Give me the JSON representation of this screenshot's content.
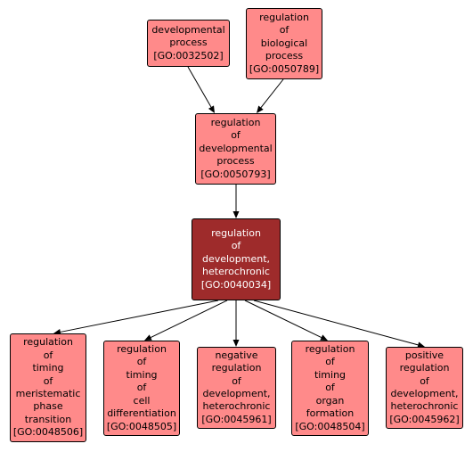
{
  "colors": {
    "node_fill": "#ff8a8a",
    "focus_fill": "#9e2b2b",
    "border": "#000000",
    "edge": "#000000"
  },
  "nodes": [
    {
      "id": "GO:0032502",
      "lines": [
        "developmental",
        "process",
        "[GO:0032502]"
      ],
      "focus": false
    },
    {
      "id": "GO:0050789",
      "lines": [
        "regulation",
        "of",
        "biological",
        "process",
        "[GO:0050789]"
      ],
      "focus": false
    },
    {
      "id": "GO:0050793",
      "lines": [
        "regulation",
        "of",
        "developmental",
        "process",
        "[GO:0050793]"
      ],
      "focus": false
    },
    {
      "id": "GO:0040034",
      "lines": [
        "regulation",
        "of",
        "development,",
        "heterochronic",
        "[GO:0040034]"
      ],
      "focus": true
    },
    {
      "id": "GO:0048506",
      "lines": [
        "regulation",
        "of",
        "timing",
        "of",
        "meristematic",
        "phase",
        "transition",
        "[GO:0048506]"
      ],
      "focus": false
    },
    {
      "id": "GO:0048505",
      "lines": [
        "regulation",
        "of",
        "timing",
        "of",
        "cell",
        "differentiation",
        "[GO:0048505]"
      ],
      "focus": false
    },
    {
      "id": "GO:0045961",
      "lines": [
        "negative",
        "regulation",
        "of",
        "development,",
        "heterochronic",
        "[GO:0045961]"
      ],
      "focus": false
    },
    {
      "id": "GO:0048504",
      "lines": [
        "regulation",
        "of",
        "timing",
        "of",
        "organ",
        "formation",
        "[GO:0048504]"
      ],
      "focus": false
    },
    {
      "id": "GO:0045962",
      "lines": [
        "positive",
        "regulation",
        "of",
        "development,",
        "heterochronic",
        "[GO:0045962]"
      ],
      "focus": false
    }
  ],
  "edges": [
    {
      "from": "GO:0032502",
      "to": "GO:0050793"
    },
    {
      "from": "GO:0050789",
      "to": "GO:0050793"
    },
    {
      "from": "GO:0050793",
      "to": "GO:0040034"
    },
    {
      "from": "GO:0040034",
      "to": "GO:0048506"
    },
    {
      "from": "GO:0040034",
      "to": "GO:0048505"
    },
    {
      "from": "GO:0040034",
      "to": "GO:0045961"
    },
    {
      "from": "GO:0040034",
      "to": "GO:0048504"
    },
    {
      "from": "GO:0040034",
      "to": "GO:0045962"
    }
  ]
}
